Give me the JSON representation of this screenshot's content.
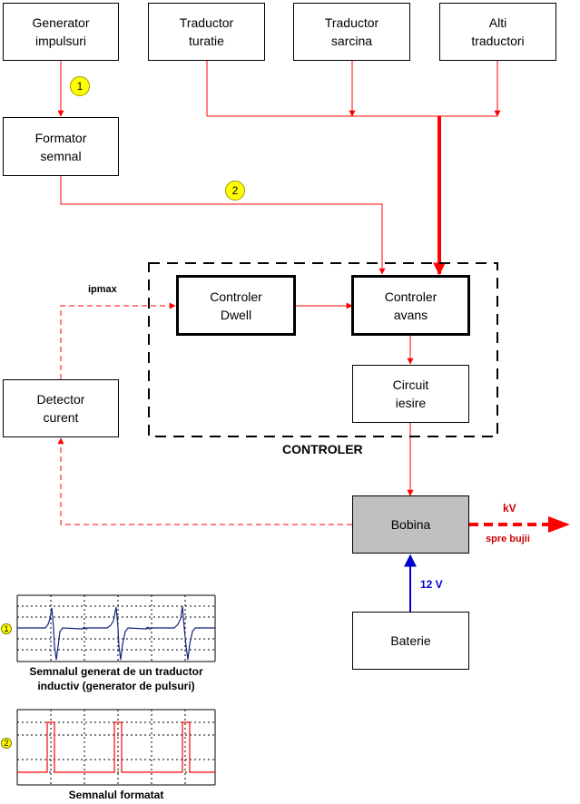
{
  "blocks": {
    "generator": "Generator\nimpulsuri",
    "traductor_turatie": "Traductor\nturatie",
    "traductor_sarcina": "Traductor\nsarcina",
    "alti_traductori": "Alti\ntraductori",
    "formator": "Formator\nsemnal",
    "controler_dwell": "Controler\nDwell",
    "controler_avans": "Controler\navans",
    "circuit_iesire": "Circuit\niesire",
    "detector_curent": "Detector\ncurent",
    "bobina": "Bobina",
    "baterie": "Baterie"
  },
  "labels": {
    "controler_group": "CONTROLER",
    "ipmax": "ipmax",
    "kv": "kV",
    "spre_bujii": "spre bujii",
    "voltage": "12 V"
  },
  "markers": {
    "m1": "1",
    "m2": "2"
  },
  "graphs": {
    "signal1_caption": "Semnalul generat de un traductor\ninductiv (generator de pulsuri)",
    "signal2_caption": "Semnalul formatat"
  },
  "colors": {
    "signal_red": "#ff0000",
    "bus_red": "#ff0000",
    "supply_blue": "#0000cc",
    "marker_yellow": "#ffff00",
    "bobina_grey": "#c0c0c0",
    "waveform_blue": "#1a237e"
  }
}
